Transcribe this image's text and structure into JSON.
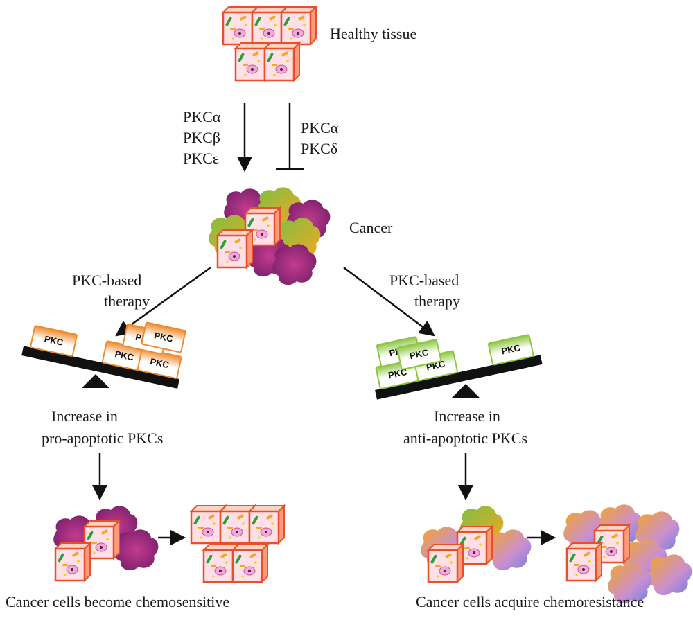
{
  "labels": {
    "healthy_tissue": "Healthy tissue",
    "cancer": "Cancer",
    "promote_left": [
      "PKCα",
      "PKCβ",
      "PKCε"
    ],
    "inhibit_right": [
      "PKCα",
      "PKCδ"
    ],
    "therapy_left": [
      "PKC-based",
      "therapy"
    ],
    "therapy_right": [
      "PKC-based",
      "therapy"
    ],
    "increase_left": [
      "Increase in",
      "pro-apoptotic PKCs"
    ],
    "increase_right": [
      "Increase in",
      "anti-apoptotic PKCs"
    ],
    "outcome_left": "Cancer cells become chemosensitive",
    "outcome_right": "Cancer cells acquire chemoresistance"
  },
  "pkc_box_label": "PKC",
  "colors": {
    "healthy_cell_fill": "#ffe0e6",
    "healthy_cell_border": "#e8502a",
    "cancer_purple": "#9b2a86",
    "cancer_green": "#7cc042",
    "cancer_orange": "#f5a623",
    "resistant_blue": "#6d7fe0",
    "pkc_orange": "#f08a2c",
    "pkc_green": "#8cc63f",
    "seesaw": "#111111"
  }
}
